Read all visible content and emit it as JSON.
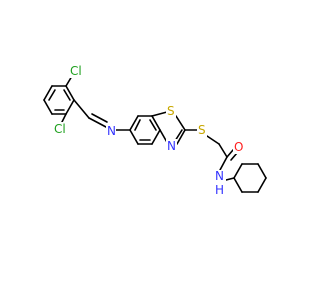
{
  "molecule": {
    "atom_labels": {
      "cl_upper": "Cl",
      "cl_lower": "Cl",
      "imine_n": "N",
      "thiazole_s": "S",
      "thiazole_n": "N",
      "thioether_s": "S",
      "carbonyl_o": "O",
      "amide_n": "N",
      "amide_h": "H"
    },
    "colors": {
      "chlorine": "#1fa01f",
      "nitrogen": "#3333ff",
      "sulfur": "#c8a800",
      "oxygen": "#ff2020",
      "hydrogen": "#3333ff",
      "bond": "#000000"
    }
  }
}
